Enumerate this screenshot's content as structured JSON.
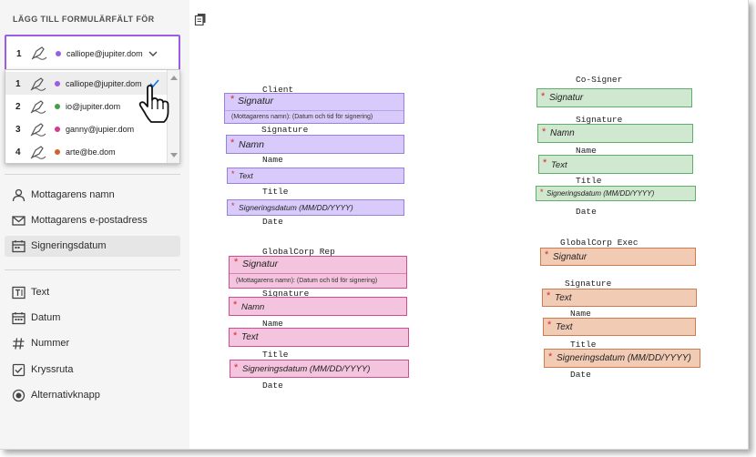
{
  "sidebar": {
    "title": "LÄGG TILL FORMULÄRFÄLT FÖR",
    "selected": {
      "num": "1",
      "email": "calliope@jupiter.dom",
      "color": "#9b5de5"
    },
    "recipients": [
      {
        "num": "1",
        "email": "calliope@jupiter.dom",
        "color": "#9b5de5"
      },
      {
        "num": "2",
        "email": "io@jupiter.dom",
        "color": "#43a047"
      },
      {
        "num": "3",
        "email": "ganny@jupier.dom",
        "color": "#d63a8c"
      },
      {
        "num": "4",
        "email": "arte@be.dom",
        "color": "#d2622b"
      }
    ],
    "fields_a": [
      {
        "label": "Mottagarens namn",
        "icon": "person-icon"
      },
      {
        "label": "Mottagarens e-postadress",
        "icon": "envelope-icon"
      },
      {
        "label": "Signeringsdatum",
        "icon": "calendar-icon"
      }
    ],
    "fields_b": [
      {
        "label": "Text",
        "icon": "text-field-icon"
      },
      {
        "label": "Datum",
        "icon": "calendar-icon"
      },
      {
        "label": "Nummer",
        "icon": "hash-icon"
      },
      {
        "label": "Kryssruta",
        "icon": "checkbox-icon"
      },
      {
        "label": "Alternativknapp",
        "icon": "radio-icon"
      }
    ]
  },
  "document": {
    "labels": {
      "client": "Client",
      "signature": "Signature",
      "name": "Name",
      "title": "Title",
      "date": "Date",
      "cosigner": "Co-Signer",
      "rep": "GlobalCorp Rep",
      "exec": "GlobalCorp Exec"
    },
    "fields": {
      "signatur": "Signatur",
      "namn": "Namn",
      "text": "Text",
      "datum": "Signeringsdatum (MM/DD/YYYY)",
      "sub": "(Mottagarens namn): (Datum och tid för signering)",
      "required": "*"
    }
  }
}
